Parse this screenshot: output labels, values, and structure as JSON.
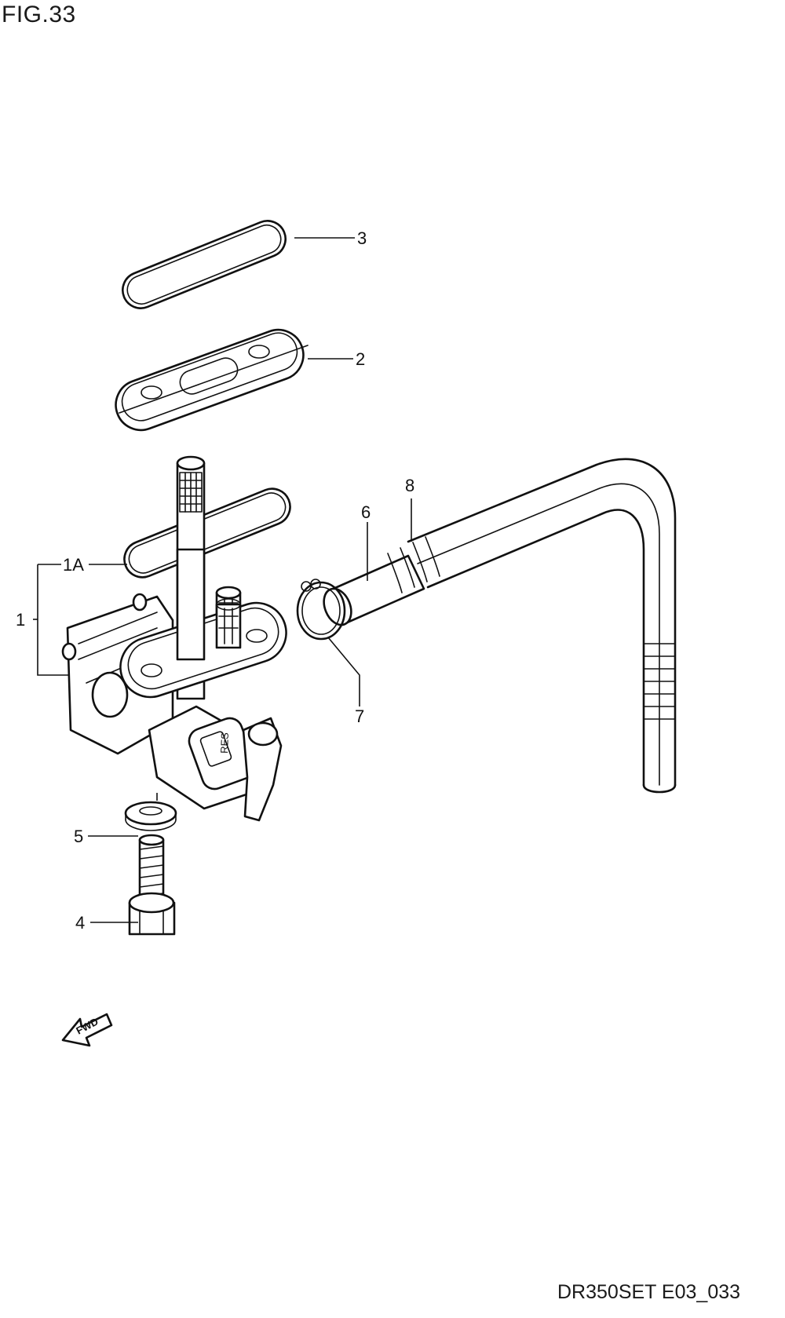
{
  "figure": {
    "title": "FIG.33",
    "code": "DR350SET E03_033"
  },
  "callouts": {
    "c1": "1",
    "c1a": "1A",
    "c2": "2",
    "c3": "3",
    "c4": "4",
    "c5": "5",
    "c6": "6",
    "c7": "7",
    "c8": "8"
  },
  "markings": {
    "res": "RES",
    "fwd": "FWD"
  }
}
